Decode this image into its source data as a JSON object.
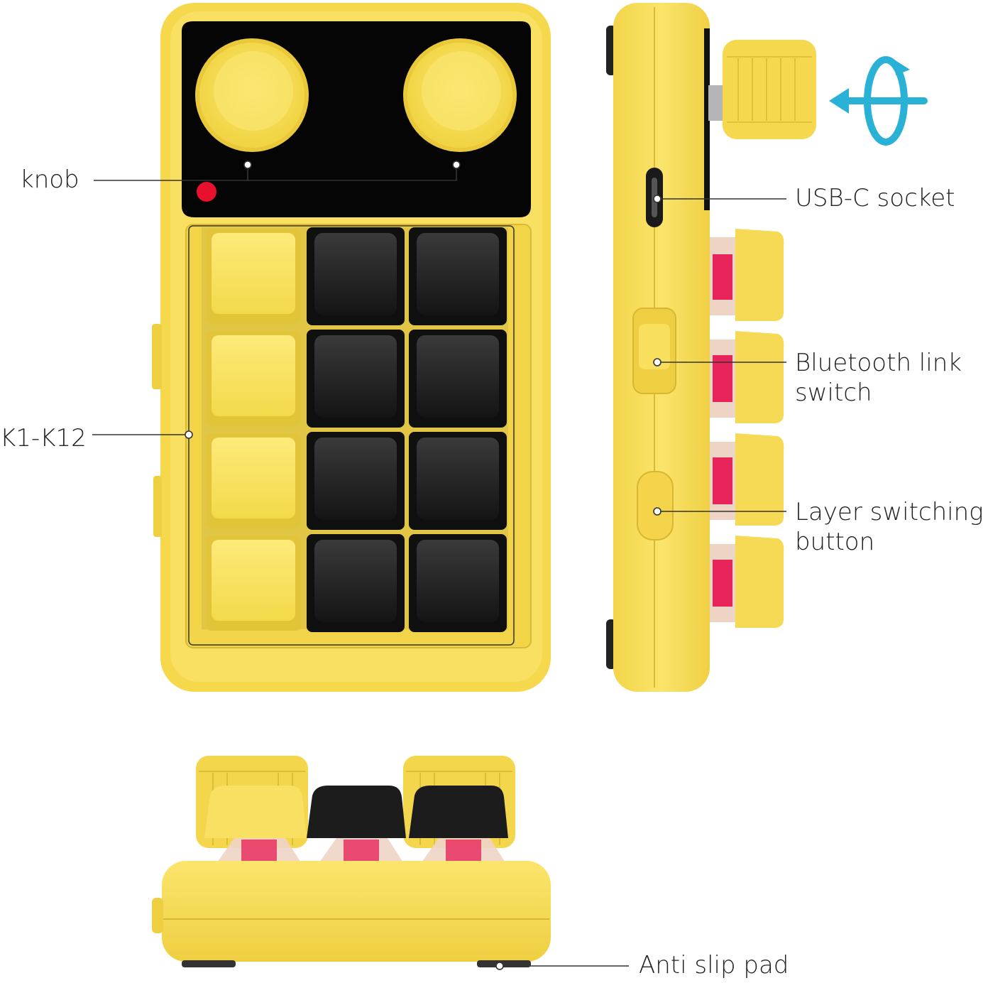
{
  "callouts": {
    "knob": "knob",
    "keys": "K1-K12",
    "usb": "USB-C socket",
    "bluetooth_line1": "Bluetooth link",
    "bluetooth_line2": "switch",
    "layer_line1": "Layer switching",
    "layer_line2": "button",
    "antislip": "Anti slip pad"
  },
  "colors": {
    "body_yellow": "#f8df55",
    "body_yellow_dark": "#e9c93c",
    "keycap_yellow": "#fae56a",
    "keycap_black": "#222222",
    "panel_black": "#050505",
    "led_red": "#e8112d",
    "switch_red": "#e8255a",
    "rotate_arrow": "#29b1d6",
    "leader_line": "#333333"
  },
  "icons": {
    "rotation": "rotate-arrow-icon"
  }
}
